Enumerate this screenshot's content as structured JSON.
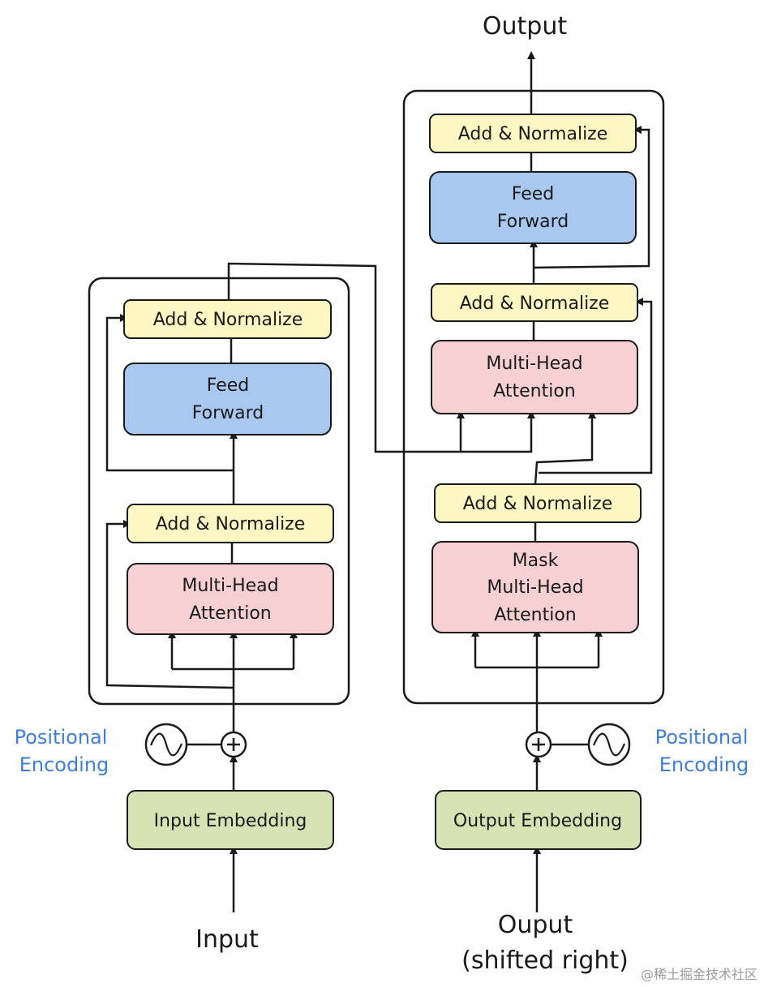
{
  "labels": {
    "output_top": "Output",
    "input_bottom": "Input",
    "output_bottom_line1": "Ouput",
    "output_bottom_line2": "(shifted right)",
    "watermark": "@稀土掘金技术社区"
  },
  "encoder": {
    "add_norm_top": "Add & Normalize",
    "feed_forward_line1": "Feed",
    "feed_forward_line2": "Forward",
    "add_norm_bottom": "Add & Normalize",
    "attention_line1": "Multi-Head",
    "attention_line2": "Attention",
    "embedding": "Input Embedding",
    "positional_line1": "Positional",
    "positional_line2": "Encoding"
  },
  "decoder": {
    "add_norm_top": "Add & Normalize",
    "feed_forward_line1": "Feed",
    "feed_forward_line2": "Forward",
    "add_norm_middle": "Add & Normalize",
    "cross_attention_line1": "Multi-Head",
    "cross_attention_line2": "Attention",
    "add_norm_bottom": "Add & Normalize",
    "masked_attention_line1": "Mask",
    "masked_attention_line2": "Multi-Head",
    "masked_attention_line3": "Attention",
    "embedding": "Output Embedding",
    "positional_line1": "Positional",
    "positional_line2": "Encoding"
  },
  "colors": {
    "add_norm_fill": "#fdf7c3",
    "feed_forward_fill": "#a9c8ef",
    "attention_fill": "#f6d0d3",
    "embedding_fill": "#d6e4b5",
    "positional_text": "#3f7fd6",
    "stroke": "#1a1a1a"
  }
}
